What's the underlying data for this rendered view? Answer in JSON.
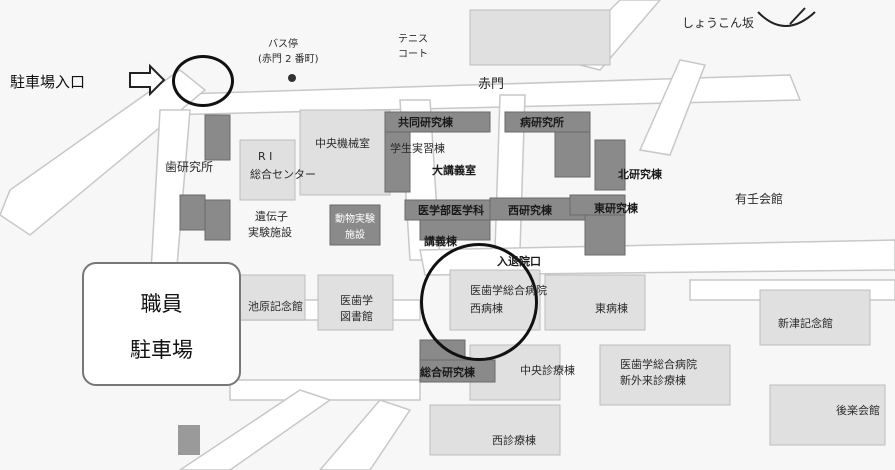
{
  "map": {
    "labels": {
      "parking_entrance": "駐車場入口",
      "bus_stop": "バス停",
      "bus_stop_sub": "(赤門 2 番町)",
      "tennis_court_1": "テニス",
      "tennis_court_2": "コート",
      "akamon": "赤門",
      "shokonzaka": "しょうこん坂",
      "dental_research": "歯研究所",
      "ri_center_1": "R I",
      "ri_center_2": "総合センター",
      "central_machine_room": "中央機械室",
      "joint_research": "共同研究棟",
      "student_hall": "学生実習棟",
      "big_lecture_hall": "大講義室",
      "research_institute": "病研究所",
      "north_research": "北研究棟",
      "arisaku": "有壬会館",
      "gene_facility_1": "遺伝子",
      "gene_facility_2": "実験施設",
      "animal_facility_1": "動物実験",
      "animal_facility_2": "施設",
      "med_dept": "医学部医学科",
      "west_research": "西研究棟",
      "east_research": "東研究棟",
      "lecture_building": "講義棟",
      "hospital_entrance": "入退院口",
      "hospital_1": "医歯学総合病院",
      "hospital_west": "西病棟",
      "hospital_east": "東病棟",
      "staff_parking_1": "職員",
      "staff_parking_2": "駐車場",
      "ikehara_hall": "池原記念館",
      "library_1": "医歯学",
      "library_2": "図書館",
      "shintsu_hall": "新津記念館",
      "general_research": "総合研究棟",
      "central_clinic": "中央診療棟",
      "outpatient_1": "医歯学総合病院",
      "outpatient_2": "新外来診療棟",
      "koraku_hall": "後楽会館",
      "west_clinic": "西診療棟"
    }
  }
}
